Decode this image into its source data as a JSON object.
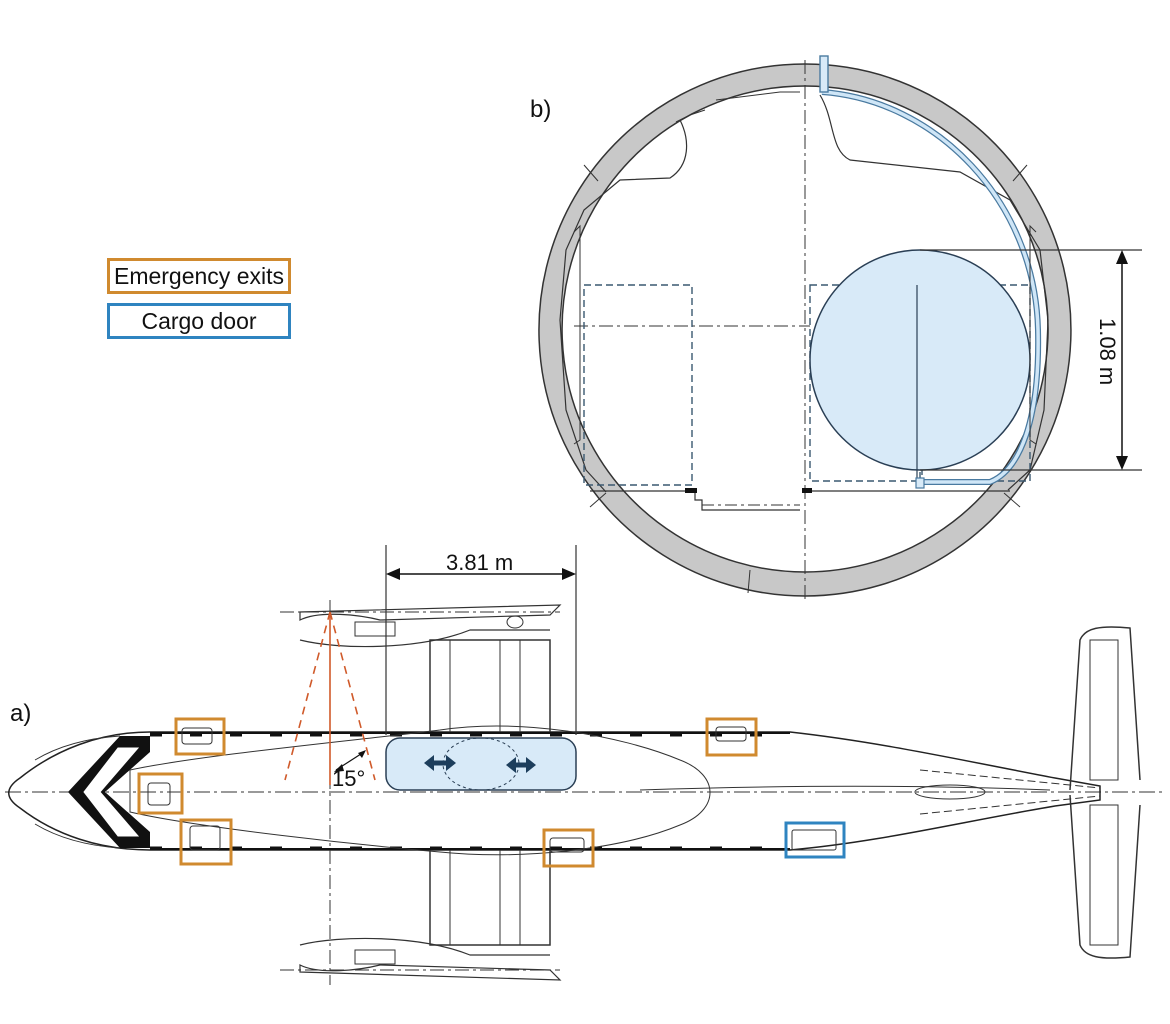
{
  "legend": {
    "emergency_exits": "Emergency exits",
    "cargo_door": "Cargo door"
  },
  "panels": {
    "a": "a)",
    "b": "b)"
  },
  "dimensions": {
    "cabin_length": "3.81 m",
    "diameter": "1.08 m",
    "angle": "15°"
  },
  "colors": {
    "emergency_exit": "#d08a2f",
    "cargo_door": "#2f84c0",
    "highlight_fill": "#d8eaf8",
    "structure_gray": "#c8c8c8",
    "angle_lines": "#d05a2a",
    "arrow": "#1d3e5c"
  }
}
